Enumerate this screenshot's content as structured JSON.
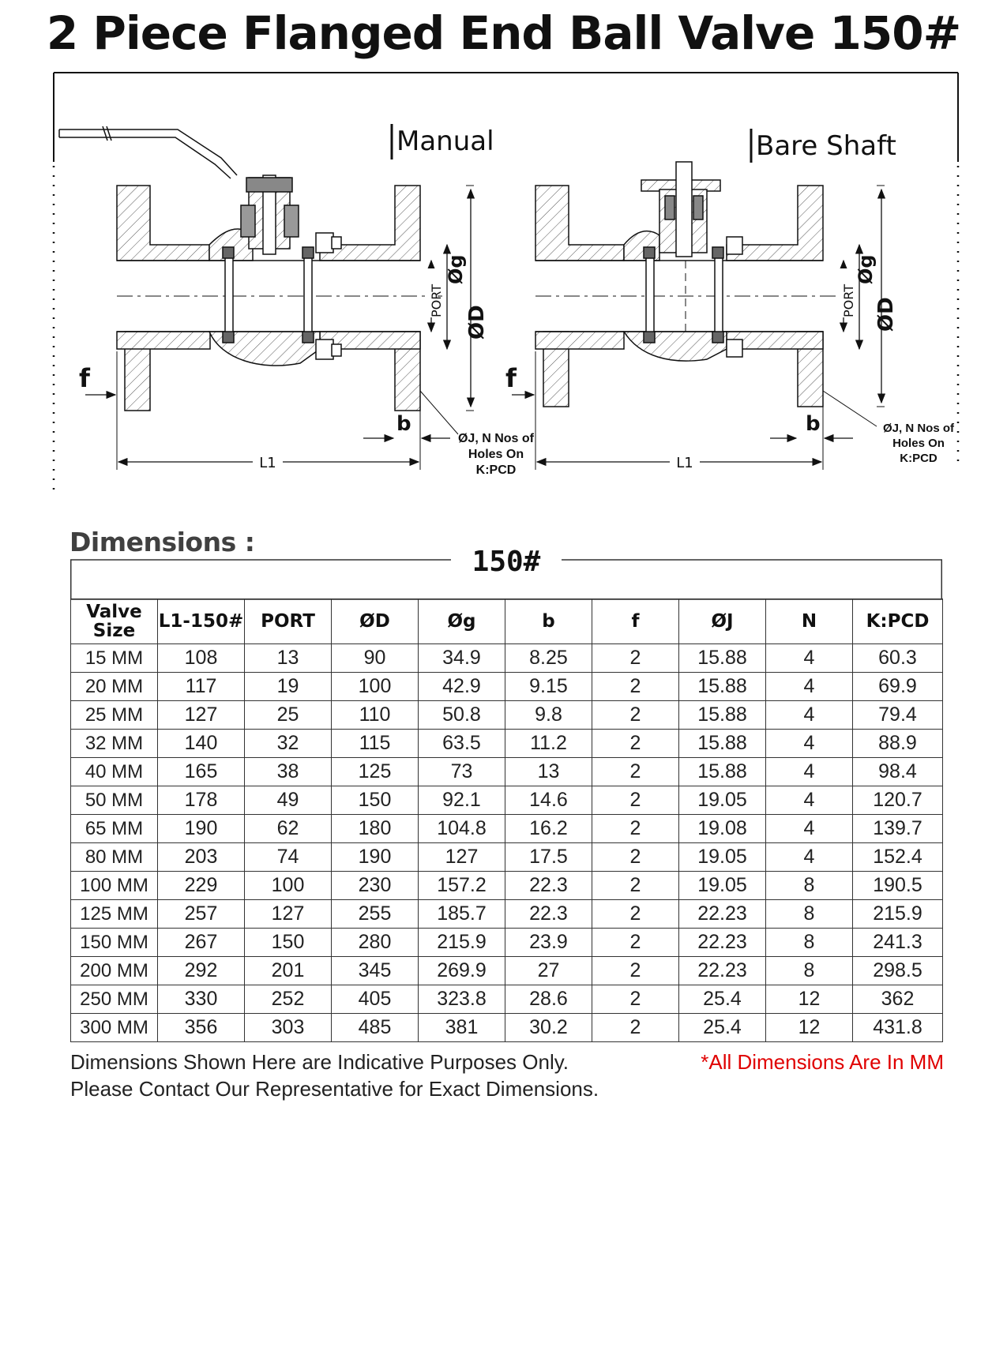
{
  "title": "2 Piece Flanged End Ball Valve 150#",
  "drawing": {
    "left_view_label": "Manual",
    "right_view_label": "Bare Shaft",
    "labels": {
      "f": "f",
      "b": "b",
      "L1": "L1",
      "port": "PORT",
      "dia_g": "Øg",
      "dia_D": "ØD",
      "holes_line1": "ØJ, N Nos of",
      "holes_line2": "Holes On",
      "holes_line3": "K:PCD"
    }
  },
  "dimensions": {
    "heading": "Dimensions :",
    "class_label": "150#",
    "columns": [
      "Valve Size",
      "L1-150#",
      "PORT",
      "ØD",
      "Øg",
      "b",
      "f",
      "ØJ",
      "N",
      "K:PCD"
    ],
    "rows": [
      [
        "15 MM",
        "108",
        "13",
        "90",
        "34.9",
        "8.25",
        "2",
        "15.88",
        "4",
        "60.3"
      ],
      [
        "20 MM",
        "117",
        "19",
        "100",
        "42.9",
        "9.15",
        "2",
        "15.88",
        "4",
        "69.9"
      ],
      [
        "25 MM",
        "127",
        "25",
        "110",
        "50.8",
        "9.8",
        "2",
        "15.88",
        "4",
        "79.4"
      ],
      [
        "32 MM",
        "140",
        "32",
        "115",
        "63.5",
        "11.2",
        "2",
        "15.88",
        "4",
        "88.9"
      ],
      [
        "40 MM",
        "165",
        "38",
        "125",
        "73",
        "13",
        "2",
        "15.88",
        "4",
        "98.4"
      ],
      [
        "50 MM",
        "178",
        "49",
        "150",
        "92.1",
        "14.6",
        "2",
        "19.05",
        "4",
        "120.7"
      ],
      [
        "65 MM",
        "190",
        "62",
        "180",
        "104.8",
        "16.2",
        "2",
        "19.08",
        "4",
        "139.7"
      ],
      [
        "80 MM",
        "203",
        "74",
        "190",
        "127",
        "17.5",
        "2",
        "19.05",
        "4",
        "152.4"
      ],
      [
        "100 MM",
        "229",
        "100",
        "230",
        "157.2",
        "22.3",
        "2",
        "19.05",
        "8",
        "190.5"
      ],
      [
        "125 MM",
        "257",
        "127",
        "255",
        "185.7",
        "22.3",
        "2",
        "22.23",
        "8",
        "215.9"
      ],
      [
        "150 MM",
        "267",
        "150",
        "280",
        "215.9",
        "23.9",
        "2",
        "22.23",
        "8",
        "241.3"
      ],
      [
        "200 MM",
        "292",
        "201",
        "345",
        "269.9",
        "27",
        "2",
        "22.23",
        "8",
        "298.5"
      ],
      [
        "250 MM",
        "330",
        "252",
        "405",
        "323.8",
        "28.6",
        "2",
        "25.4",
        "12",
        "362"
      ],
      [
        "300 MM",
        "356",
        "303",
        "485",
        "381",
        "30.2",
        "2",
        "25.4",
        "12",
        "431.8"
      ]
    ]
  },
  "notes": {
    "line1": "Dimensions Shown Here are Indicative Purposes Only.",
    "red": "*All Dimensions Are In MM",
    "line2": "Please Contact Our Representative for Exact Dimensions."
  }
}
